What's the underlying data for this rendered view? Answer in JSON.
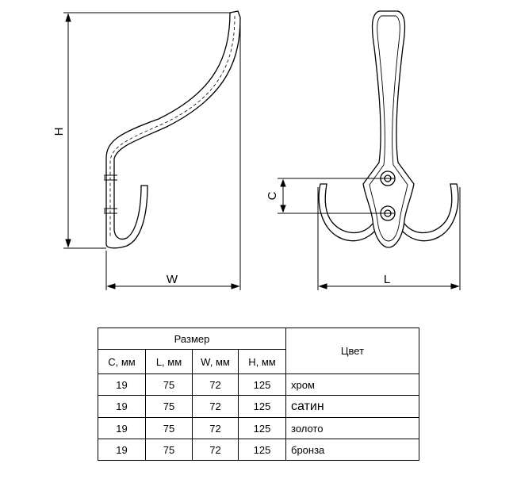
{
  "dimensions": {
    "h": "H",
    "w": "W",
    "c": "C",
    "l": "L"
  },
  "table": {
    "size_header": "Размер",
    "color_header": "Цвет",
    "columns": [
      "C, мм",
      "L, мм",
      "W, мм",
      "H, мм"
    ],
    "rows": [
      {
        "c": "19",
        "l": "75",
        "w": "72",
        "h": "125",
        "color": "хром"
      },
      {
        "c": "19",
        "l": "75",
        "w": "72",
        "h": "125",
        "color": "сатин"
      },
      {
        "c": "19",
        "l": "75",
        "w": "72",
        "h": "125",
        "color": "золото"
      },
      {
        "c": "19",
        "l": "75",
        "w": "72",
        "h": "125",
        "color": "бронза"
      }
    ]
  }
}
